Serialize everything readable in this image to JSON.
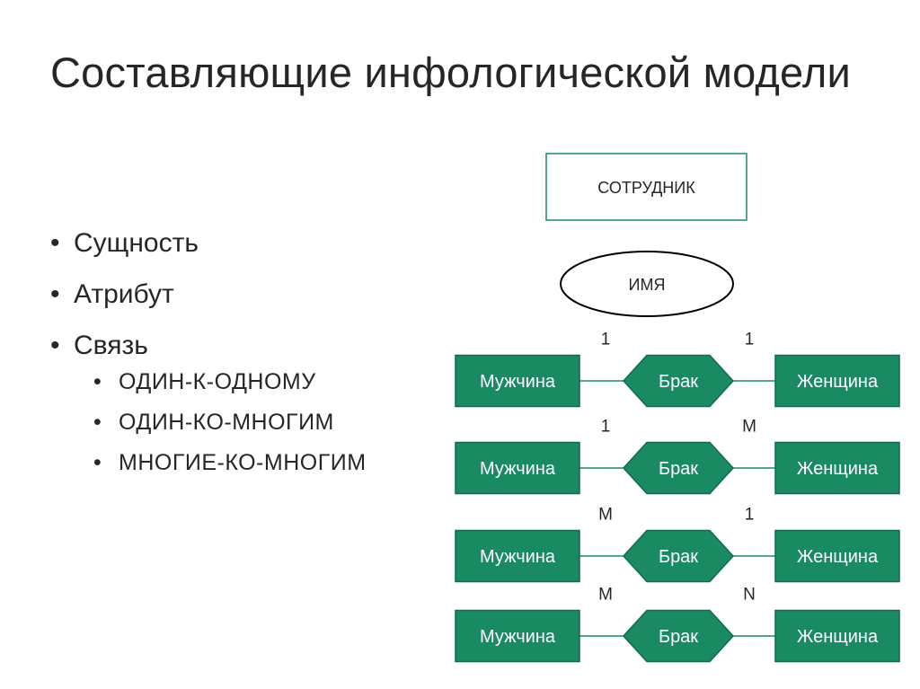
{
  "title": "Составляющие инфологической модели",
  "bullets": [
    "Сущность",
    "Атрибут",
    "Связь"
  ],
  "sub_bullets": [
    "ОДИН-К-ОДНОМУ",
    "ОДИН-КО-МНОГИМ",
    "МНОГИЕ-КО-МНОГИМ"
  ],
  "entity_example": "СОТРУДНИК",
  "attribute_example": "ИМЯ",
  "relations": [
    {
      "left": "Мужчина",
      "rel": "Брак",
      "right": "Женщина",
      "left_card": "1",
      "right_card": "1"
    },
    {
      "left": "Мужчина",
      "rel": "Брак",
      "right": "Женщина",
      "left_card": "1",
      "right_card": "M"
    },
    {
      "left": "Мужчина",
      "rel": "Брак",
      "right": "Женщина",
      "left_card": "M",
      "right_card": "1"
    },
    {
      "left": "Мужчина",
      "rel": "Брак",
      "right": "Женщина",
      "left_card": "M",
      "right_card": "N"
    }
  ],
  "colors": {
    "fill": "#1a8a63",
    "stroke": "#0f6b4a",
    "line": "#1a8a63"
  }
}
